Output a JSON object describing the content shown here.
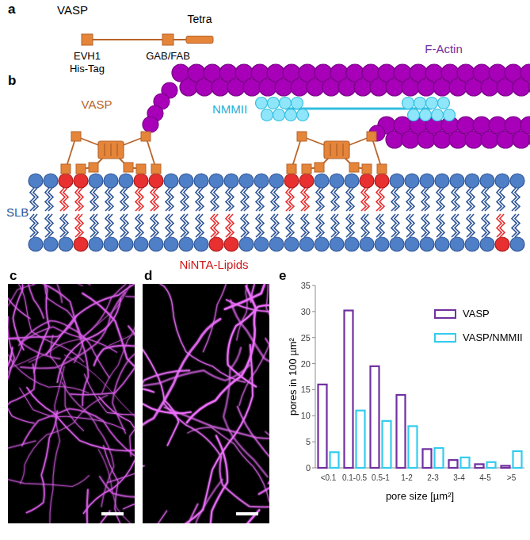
{
  "diagram": {
    "labels": [
      "a",
      "VASP",
      "Tetra",
      "EVH1",
      "His-Tag",
      "GAB/FAB",
      "b",
      "F-Actin",
      "VASP",
      "NMMII",
      "SLB",
      "NiNTA-Lipids",
      "c",
      "d",
      "e",
      "0",
      "5",
      "10",
      "15",
      "20",
      "25",
      "30",
      "35",
      "<0.1",
      "0.1-0.5",
      "0.5-1",
      "1-2",
      "2-3",
      "3-4",
      "4-5",
      ">5",
      "pore size [µm²]",
      "pores in 100 µm²"
    ],
    "legend": [
      {
        "text": "VASP",
        "color": "#7030a0"
      },
      {
        "text": "VASP/NMMII",
        "color": "#33ccee"
      }
    ]
  }
}
